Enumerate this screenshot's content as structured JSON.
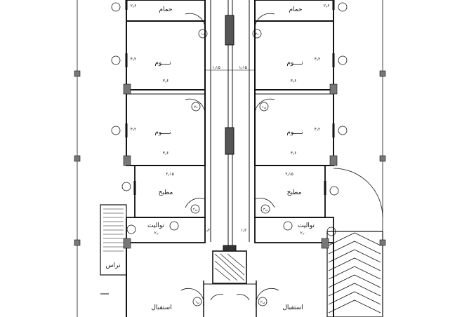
{
  "rooms": {
    "bath_left": "حمام",
    "bath_right": "حمام",
    "bed_left_1": "نــــوم",
    "bed_right_1": "نــــوم",
    "bed_left_2": "نــــوم",
    "bed_right_2": "نــــوم",
    "kitchen_left": "مطبخ",
    "kitchen_right": "مطبخ",
    "toilet_left": "توالیت",
    "toilet_right": "توالیت",
    "reception_left": "استقبال",
    "reception_right": "استقبال",
    "terrace": "تراس"
  },
  "dims": {
    "bed_w_left_1": "۳٫۶",
    "bed_w_right_1": "۳٫۶",
    "bed_w_left_2": "۳٫۶",
    "bed_w_right_2": "۳٫۶",
    "corr_left": "۱٫۱۵",
    "corr_right": "۱٫۱۵",
    "kit_w_left": "۲٫۱۵",
    "kit_w_right": "۲٫۱۵",
    "toilet_w_left": "۲٫۰",
    "toilet_w_right": "۲٫۰",
    "bed_h_left_1": "۴٫۲",
    "bed_h_right_1": "۴٫۲",
    "bed_h_left_2": "۴٫۲",
    "bed_h_right_2": "۴٫۲",
    "bath_h_left": "۲٫۶",
    "bath_h_right": "۲٫۶",
    "stair_left": "۱٫۲",
    "stair_right": "۱٫۲",
    "door_codes": [
      "د۱",
      "د۲",
      "د۳",
      "ن۱",
      "ن۲",
      "ن۳",
      "ن۱",
      "ن۲"
    ]
  }
}
